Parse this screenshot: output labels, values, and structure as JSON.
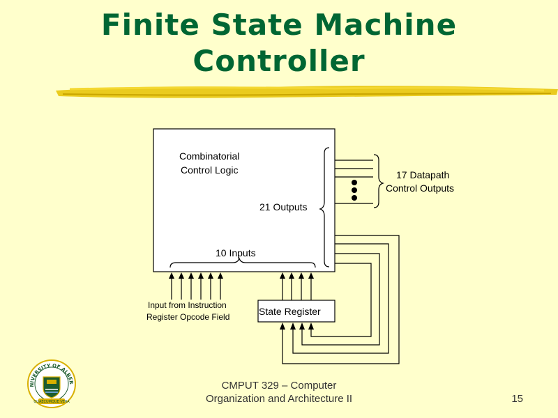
{
  "slide": {
    "title_line1": "Finite State Machine",
    "title_line2": "Controller",
    "footer_line1": "CMPUT 329 – Computer",
    "footer_line2": "Organization and Architecture II",
    "page_number": "15"
  },
  "diagram": {
    "block_label_line1": "Combinatorial",
    "block_label_line2": "Control Logic",
    "outputs_label": "21 Outputs",
    "inputs_label": "10 Inputs",
    "datapath_label_line1": "17 Datapath",
    "datapath_label_line2": "Control Outputs",
    "input_label_line1": "Input from Instruction",
    "input_label_line2": "Register Opcode Field",
    "state_register_label": "State Register"
  },
  "logo": {
    "top_text": "UNIVERSITY OF ALBERTA",
    "motto": "QUAECUMQUE VERA",
    "colors": {
      "green": "#1d5c2e",
      "gold": "#d8b000"
    }
  },
  "colors": {
    "background": "#ffffcc",
    "title": "#006633",
    "brush": "#e6c200",
    "line": "#000000"
  }
}
